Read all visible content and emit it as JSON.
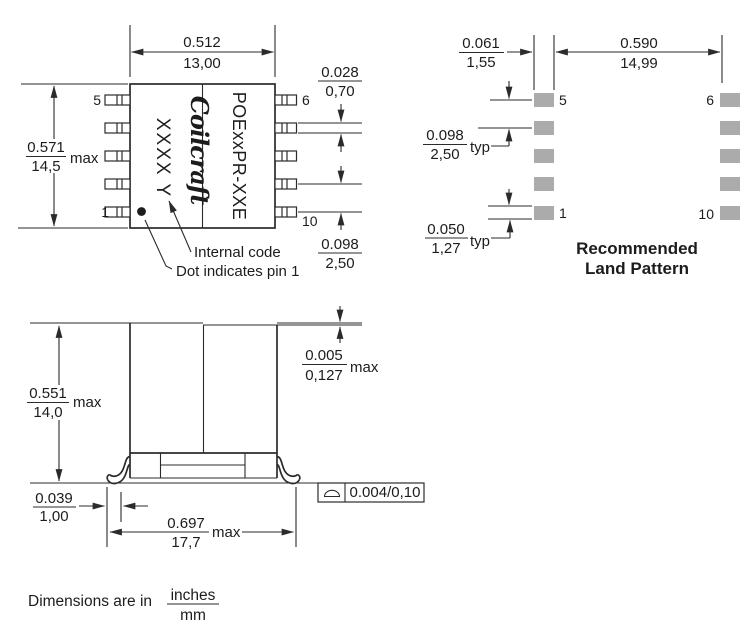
{
  "top_view": {
    "brand": "Coilcraft",
    "part_number": "POExxPR-XXE",
    "marking_code": "XXXX Y",
    "note_internal_code": "Internal code",
    "note_dot": "Dot indicates pin 1",
    "pins": {
      "p5": "5",
      "p1": "1",
      "p6": "6",
      "p10": "10"
    },
    "dim_width": {
      "inches": "0.512",
      "mm": "13,00"
    },
    "dim_height": {
      "inches": "0.571",
      "mm": "14,5",
      "suffix": "max"
    },
    "dim_pin_width": {
      "inches": "0.028",
      "mm": "0,70"
    },
    "dim_pin_pitch": {
      "inches": "0.098",
      "mm": "2,50"
    }
  },
  "land_pattern": {
    "title_line1": "Recommended",
    "title_line2": "Land Pattern",
    "pins": {
      "p5": "5",
      "p1": "1",
      "p6": "6",
      "p10": "10"
    },
    "dim_pad_width": {
      "inches": "0.061",
      "mm": "1,55"
    },
    "dim_span": {
      "inches": "0.590",
      "mm": "14,99"
    },
    "dim_pitch": {
      "inches": "0.098",
      "mm": "2,50",
      "suffix": "typ"
    },
    "dim_pad_height": {
      "inches": "0.050",
      "mm": "1,27",
      "suffix": "typ"
    }
  },
  "side_view": {
    "dim_height": {
      "inches": "0.551",
      "mm": "14,0",
      "suffix": "max"
    },
    "dim_step": {
      "inches": "0.005",
      "mm": "0,127",
      "suffix": "max"
    },
    "dim_lead": {
      "inches": "0.039",
      "mm": "1,00"
    },
    "dim_width": {
      "inches": "0.697",
      "mm": "17,7",
      "suffix": "max"
    },
    "coplanarity_value": "0.004/0,10"
  },
  "footer": {
    "prefix": "Dimensions are in",
    "unit_top": "inches",
    "unit_bottom": "mm"
  },
  "colors": {
    "ink": "#2b2b2b",
    "pad_gray": "#ababab"
  }
}
